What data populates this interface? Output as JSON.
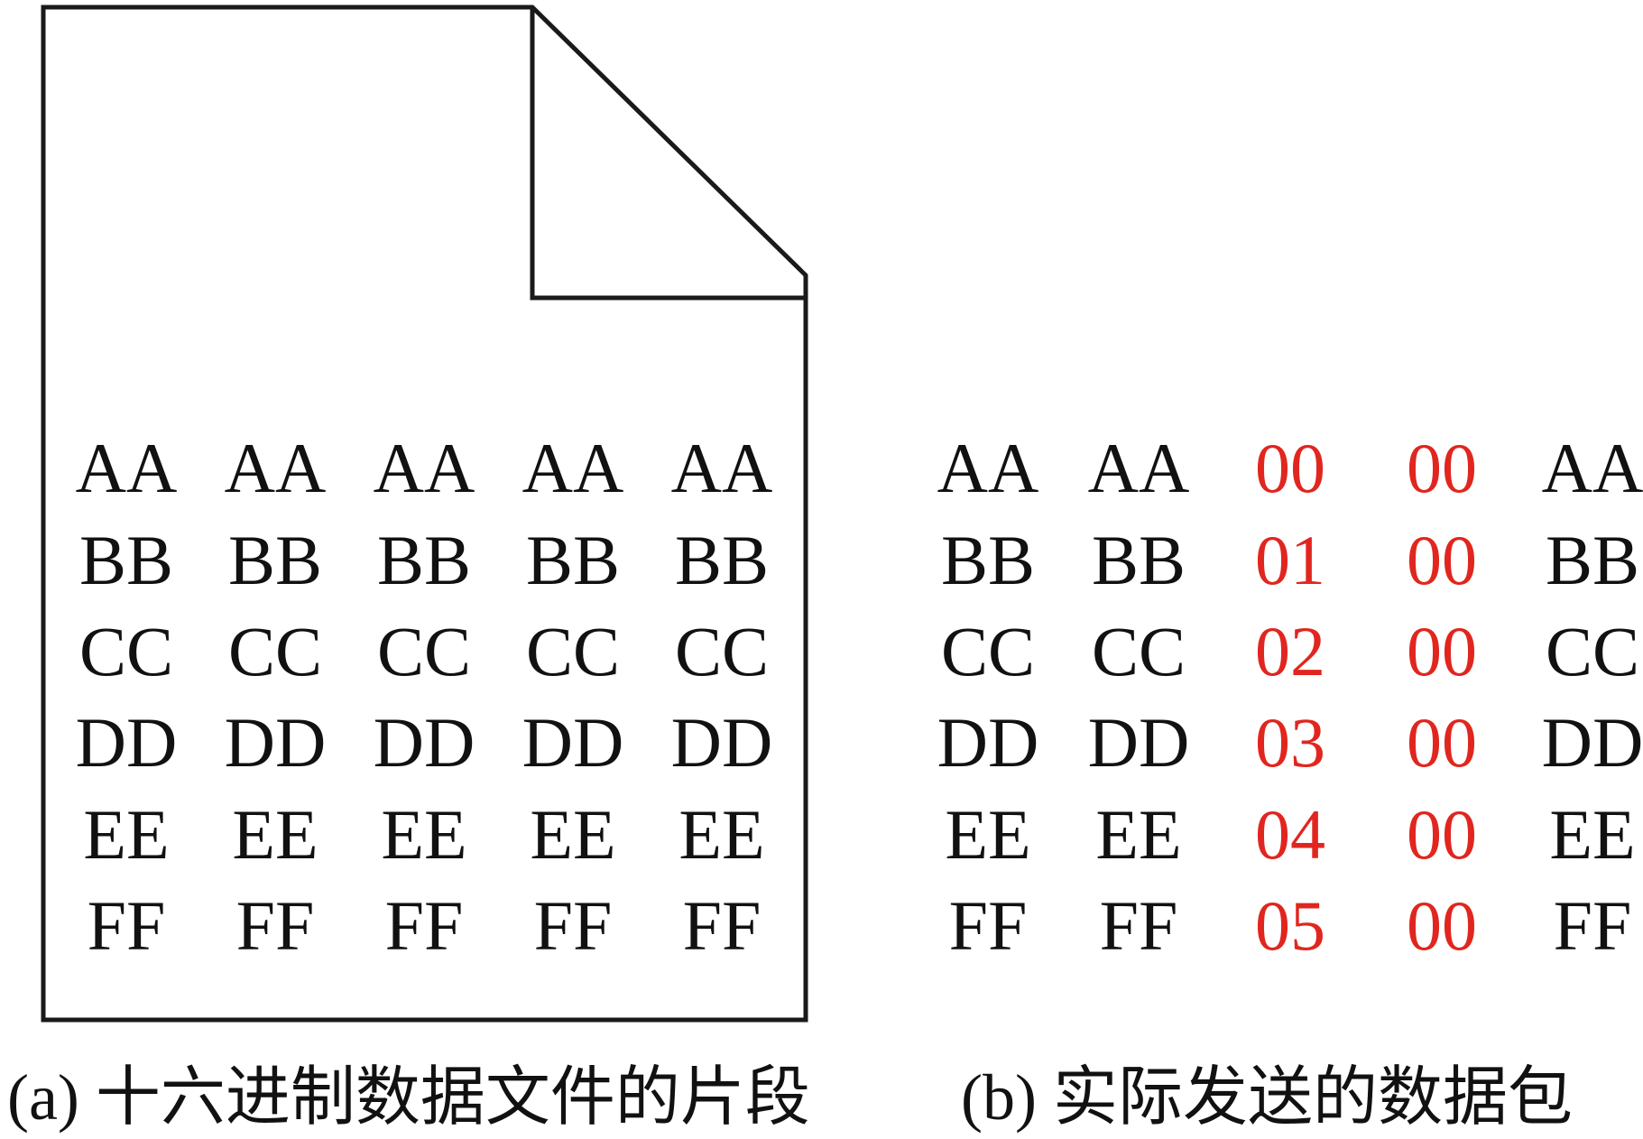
{
  "panel_a": {
    "caption": "(a) 十六进制数据文件的片段",
    "rows": [
      [
        "AA",
        "AA",
        "AA",
        "AA",
        "AA"
      ],
      [
        "BB",
        "BB",
        "BB",
        "BB",
        "BB"
      ],
      [
        "CC",
        "CC",
        "CC",
        "CC",
        "CC"
      ],
      [
        "DD",
        "DD",
        "DD",
        "DD",
        "DD"
      ],
      [
        "EE",
        "EE",
        "EE",
        "EE",
        "EE"
      ],
      [
        "FF",
        "FF",
        "FF",
        "FF",
        "FF"
      ]
    ]
  },
  "panel_b": {
    "caption": "(b) 实际发送的数据包",
    "rows": [
      [
        "AA",
        "AA",
        "00",
        "00",
        "AA"
      ],
      [
        "BB",
        "BB",
        "01",
        "00",
        "BB"
      ],
      [
        "CC",
        "CC",
        "02",
        "00",
        "CC"
      ],
      [
        "DD",
        "DD",
        "03",
        "00",
        "DD"
      ],
      [
        "EE",
        "EE",
        "04",
        "00",
        "EE"
      ],
      [
        "FF",
        "FF",
        "05",
        "00",
        "FF"
      ]
    ],
    "highlight_columns": [
      2,
      3
    ]
  },
  "colors": {
    "text": "#111111",
    "highlight": "#e0261f",
    "outline": "#1a1a1a"
  }
}
